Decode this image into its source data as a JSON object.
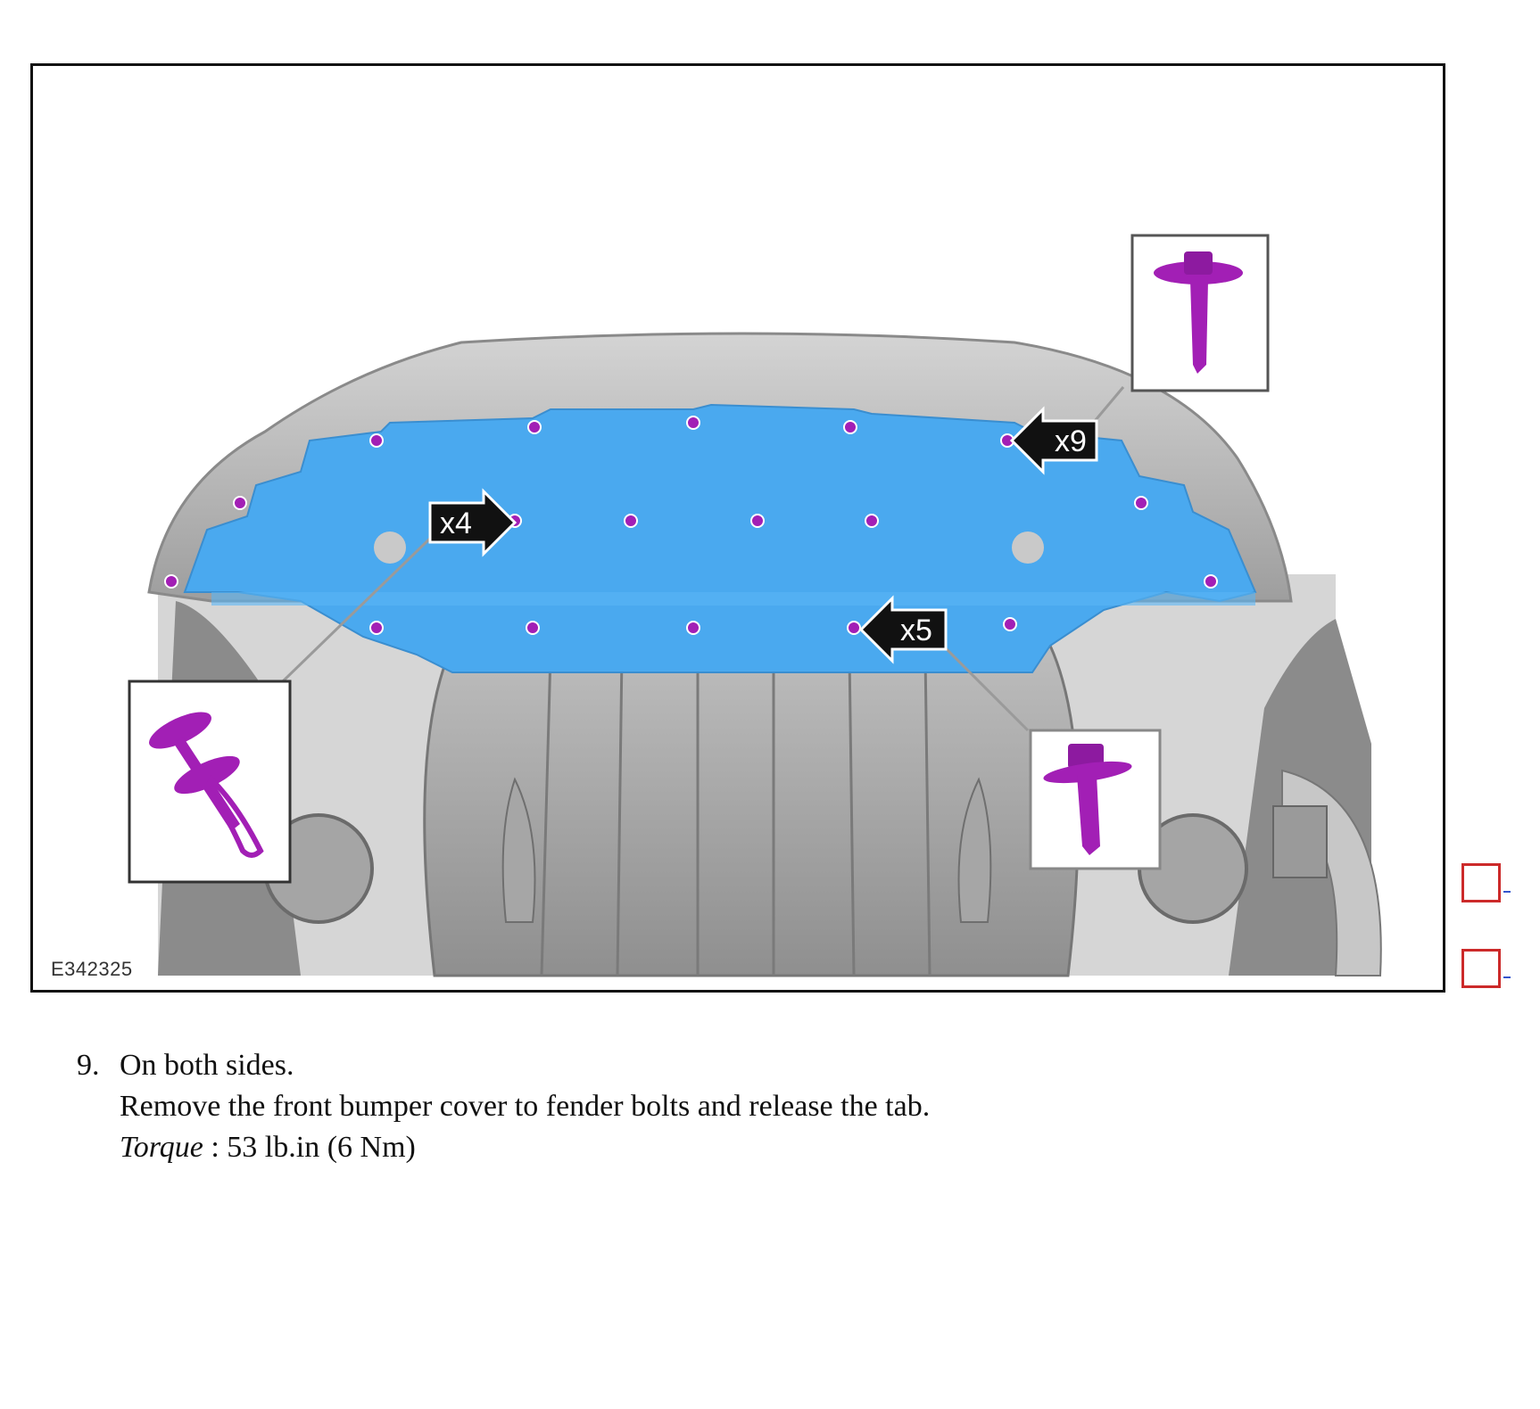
{
  "figure": {
    "id": "E342325",
    "callouts": [
      {
        "label": "x9",
        "fastener": "bolt"
      },
      {
        "label": "x4",
        "fastener": "push-pin-retainer"
      },
      {
        "label": "x5",
        "fastener": "bolt"
      }
    ],
    "colors": {
      "cover_panel": "#4aa9ef",
      "fastener": "#a21fb5",
      "body_gray": "#b9b9b9"
    }
  },
  "step": {
    "number": "9.",
    "line1": "On both sides.",
    "line2": "Remove the front bumper cover to fender bolts and release the tab.",
    "torque_label": "Torque",
    "torque_value": " : 53 lb.in (6 Nm)"
  }
}
